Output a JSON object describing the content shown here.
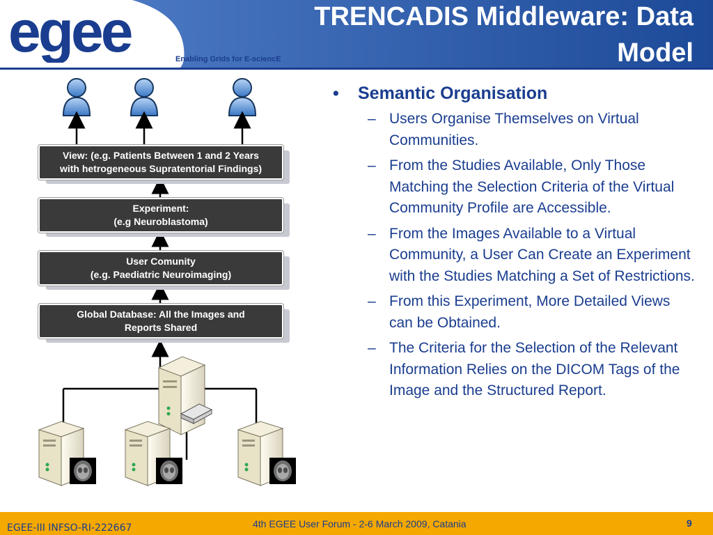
{
  "header": {
    "logo_text": "egee",
    "tagline": "Enabling Grids for E-sciencE",
    "title": "TRENCADIS Middleware: Data Model"
  },
  "diagram": {
    "boxes": [
      {
        "line1": "View: (e.g. Patients Between 1 and 2 Years",
        "line2": "with hetrogeneous Supratentorial Findings)"
      },
      {
        "line1": "Experiment:",
        "line2": "(e.g Neuroblastoma)"
      },
      {
        "line1": "User Comunity",
        "line2": "(e.g. Paediatric Neuroimaging)"
      },
      {
        "line1": "Global Database: All the Images and",
        "line2": "Reports Shared"
      }
    ]
  },
  "content": {
    "bullet_marker": "•",
    "dash_marker": "–",
    "heading": "Semantic Organisation",
    "items": [
      "Users Organise Themselves on Virtual Communities.",
      "From the Studies Available, Only Those Matching the Selection Criteria of the Virtual Community Profile are Accessible.",
      "From the Images Available to a Virtual Community, a User Can Create an Experiment with the Studies Matching a Set of Restrictions.",
      "From this Experiment, More Detailed Views can be Obtained.",
      "The Criteria for the Selection of the Relevant Information Relies on the DICOM Tags of the Image and the Structured Report."
    ]
  },
  "footer": {
    "left": "EGEE-III INFSO-RI-222667",
    "center": "4th EGEE User Forum  - 2-6 March 2009, Catania",
    "page": "9"
  },
  "colors": {
    "brand_blue": "#1a3d8f",
    "header_blue": "#1f4e9c",
    "footer_orange": "#f5a800",
    "box_dark": "#3a3a3a"
  }
}
